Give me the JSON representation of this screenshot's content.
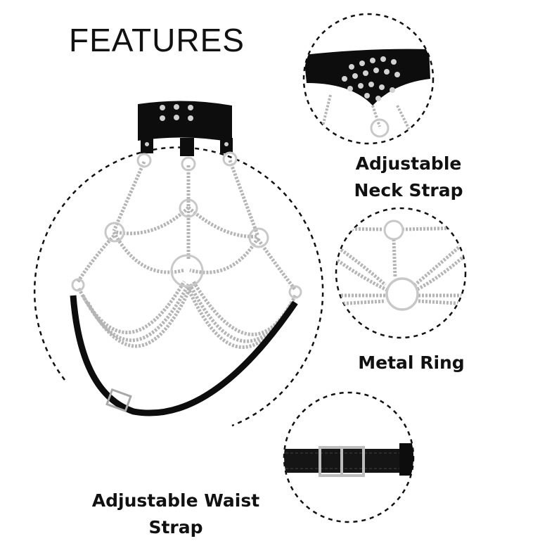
{
  "heading": "FEATURES",
  "callouts": {
    "neck_strap": [
      "Adjustable",
      "Neck Strap"
    ],
    "metal_ring": "Metal Ring",
    "waist_strap": "Adjustable Waist Strap"
  },
  "colors": {
    "leather": "#0d0d0d",
    "chain": "#b9b9b9",
    "metal": "#d8d8d8",
    "dash_border": "#111111"
  }
}
